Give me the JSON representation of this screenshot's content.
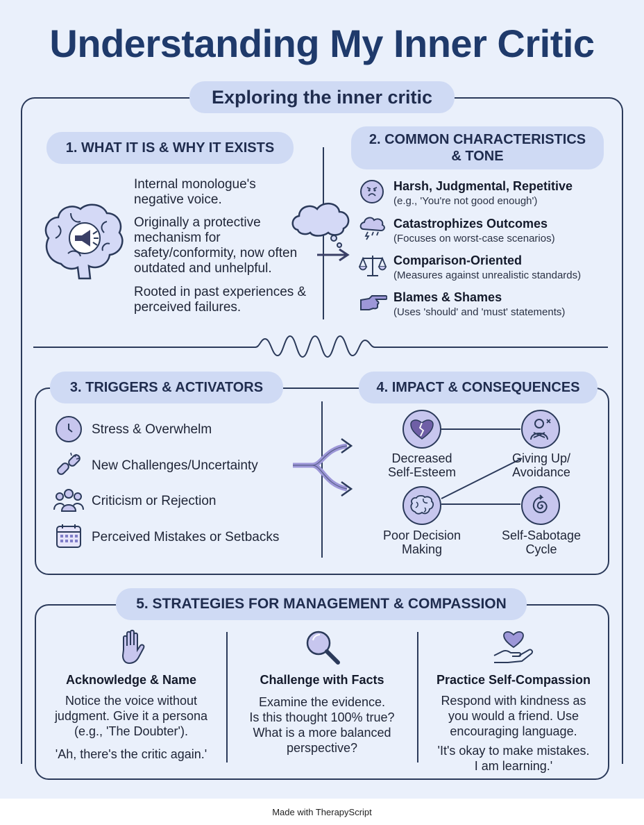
{
  "title": "Understanding My Inner Critic",
  "subtitle": "Exploring the inner critic",
  "section1": {
    "heading": "1. WHAT IT IS & WHY IT EXISTS",
    "paragraphs": [
      "Internal monologue's negative voice.",
      "Originally a protective mechanism for safety/conformity, now often outdated and unhelpful.",
      "Rooted in past experiences & perceived failures."
    ],
    "icon": "brain-megaphone-icon"
  },
  "section2": {
    "heading": "2. COMMON CHARACTERISTICS & TONE",
    "items": [
      {
        "title": "Harsh, Judgmental, Repetitive",
        "sub": "(e.g., 'You're not good enough')",
        "icon": "frowning-face-icon"
      },
      {
        "title": "Catastrophizes Outcomes",
        "sub": "(Focuses on worst-case scenarios)",
        "icon": "storm-cloud-icon"
      },
      {
        "title": "Comparison-Oriented",
        "sub": "(Measures against unrealistic standards)",
        "icon": "scales-icon"
      },
      {
        "title": "Blames & Shames",
        "sub": "(Uses 'should' and 'must' statements)",
        "icon": "pointing-hand-icon"
      }
    ]
  },
  "section3": {
    "heading": "3. TRIGGERS & ACTIVATORS",
    "items": [
      {
        "label": "Stress & Overwhelm",
        "icon": "clock-icon"
      },
      {
        "label": "New Challenges/Uncertainty",
        "icon": "broken-chain-icon"
      },
      {
        "label": "Criticism or Rejection",
        "icon": "people-group-icon"
      },
      {
        "label": "Perceived Mistakes or Setbacks",
        "icon": "calendar-icon"
      }
    ]
  },
  "section4": {
    "heading": "4. IMPACT & CONSEQUENCES",
    "items": [
      {
        "label_line1": "Decreased",
        "label_line2": "Self-Esteem",
        "icon": "broken-heart-icon"
      },
      {
        "label_line1": "Giving Up/",
        "label_line2": "Avoidance",
        "icon": "crossed-arms-person-icon"
      },
      {
        "label_line1": "Poor Decision",
        "label_line2": "Making",
        "icon": "brain-icon"
      },
      {
        "label_line1": "Self-Sabotage",
        "label_line2": "Cycle",
        "icon": "spiral-icon"
      }
    ]
  },
  "section5": {
    "heading": "5. STRATEGIES FOR MANAGEMENT & COMPASSION",
    "columns": [
      {
        "title": "Acknowledge & Name",
        "lines": [
          "Notice the voice without",
          "judgment. Give it a persona",
          "(e.g., 'The Doubter')."
        ],
        "quote": "'Ah, there's the critic again.'",
        "icon": "raised-hand-icon"
      },
      {
        "title": "Challenge with Facts",
        "lines": [
          "Examine the evidence.",
          "Is this thought 100% true?",
          "What is a more balanced",
          "perspective?"
        ],
        "quote": "",
        "icon": "magnifying-glass-icon"
      },
      {
        "title": "Practice Self-Compassion",
        "lines": [
          "Respond with kindness as",
          "you would a friend. Use",
          "encouraging language."
        ],
        "quote_lines": [
          "'It's okay to make mistakes.",
          "I am learning.'"
        ],
        "icon": "heart-in-hand-icon"
      }
    ]
  },
  "footer": "Made with TherapyScript",
  "colors": {
    "background": "#eaf0fb",
    "pill": "#cfdaf4",
    "icon_fill": "#c7c6ee",
    "title": "#1f3a6b",
    "outline": "#2b3a5a"
  }
}
